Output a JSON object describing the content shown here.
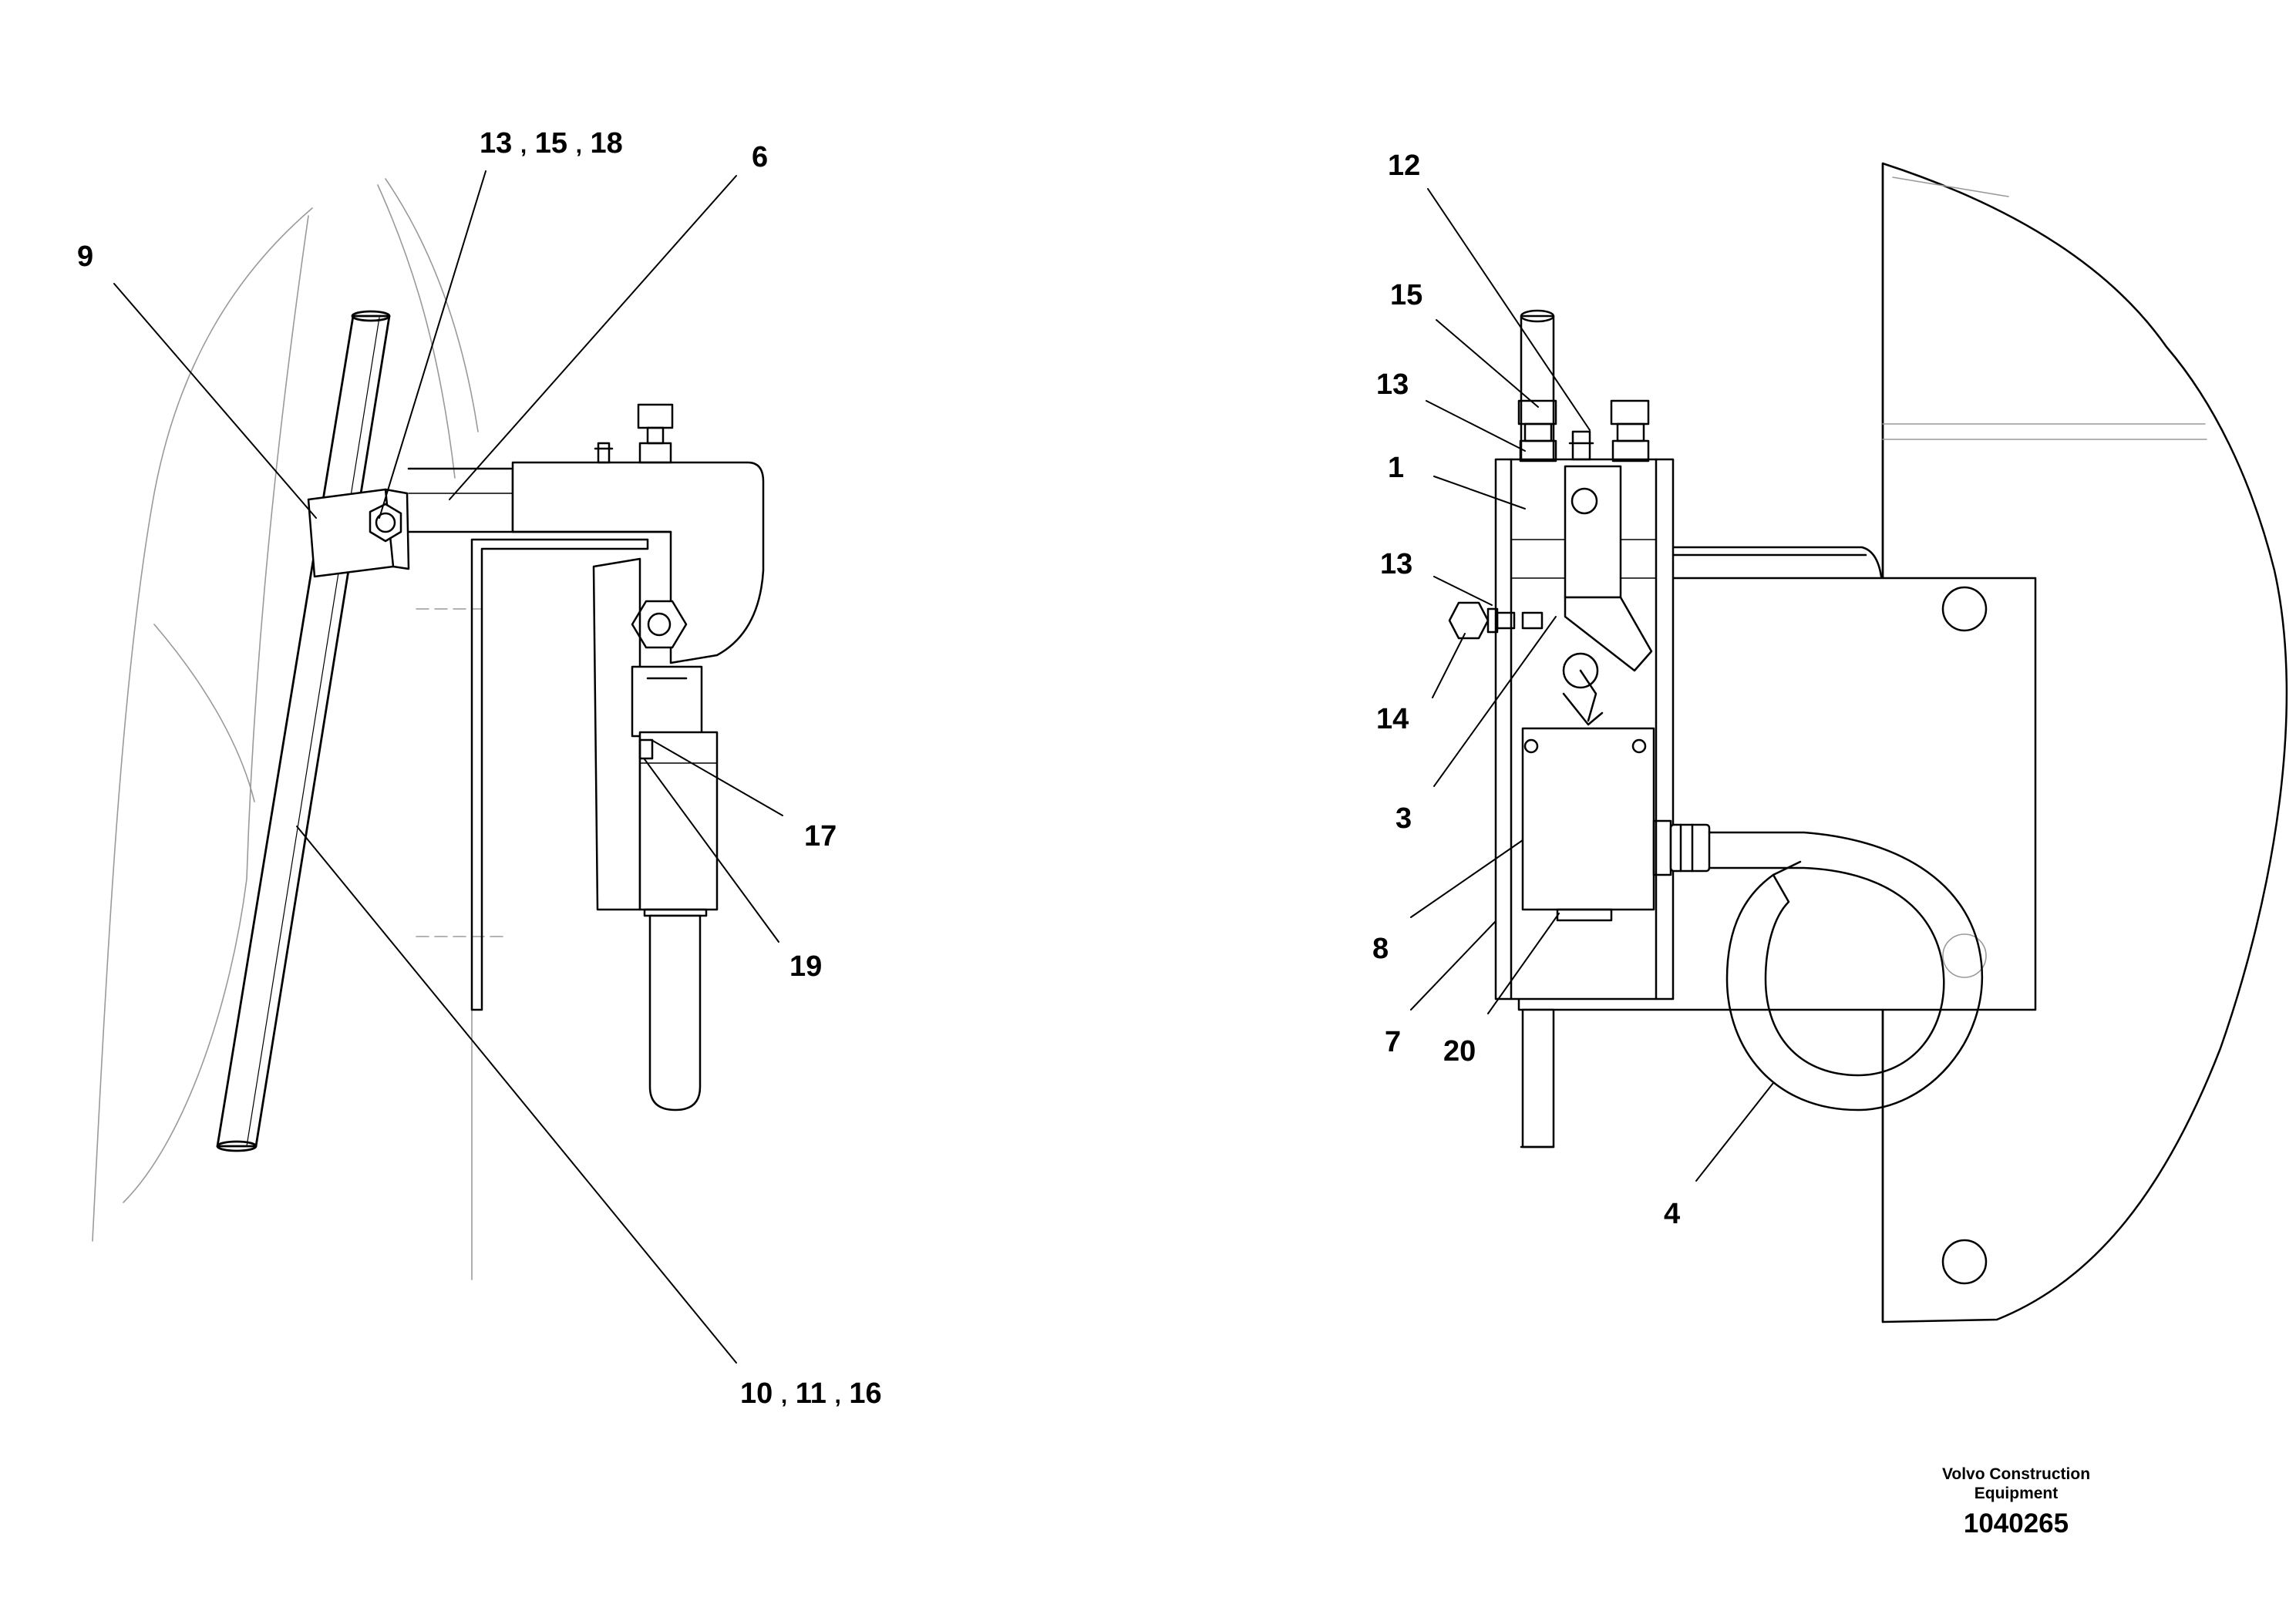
{
  "callouts": {
    "left": {
      "c13_15_18": {
        "a": "13",
        "sep1": ",",
        "b": "15",
        "sep2": ",",
        "c": "18"
      },
      "c6": "6",
      "c9": "9",
      "c17": "17",
      "c19": "19",
      "c10_11_16": {
        "a": "10",
        "sep1": ",",
        "b": "11",
        "sep2": ",",
        "c": "16"
      }
    },
    "right": {
      "c12": "12",
      "c15": "15",
      "c13_top": "13",
      "c1": "1",
      "c13_mid": "13",
      "c14": "14",
      "c3": "3",
      "c8": "8",
      "c7": "7",
      "c20": "20",
      "c4": "4"
    }
  },
  "footer": {
    "company_line1": "Volvo Construction",
    "company_line2": "Equipment",
    "drawing_number": "1040265"
  }
}
